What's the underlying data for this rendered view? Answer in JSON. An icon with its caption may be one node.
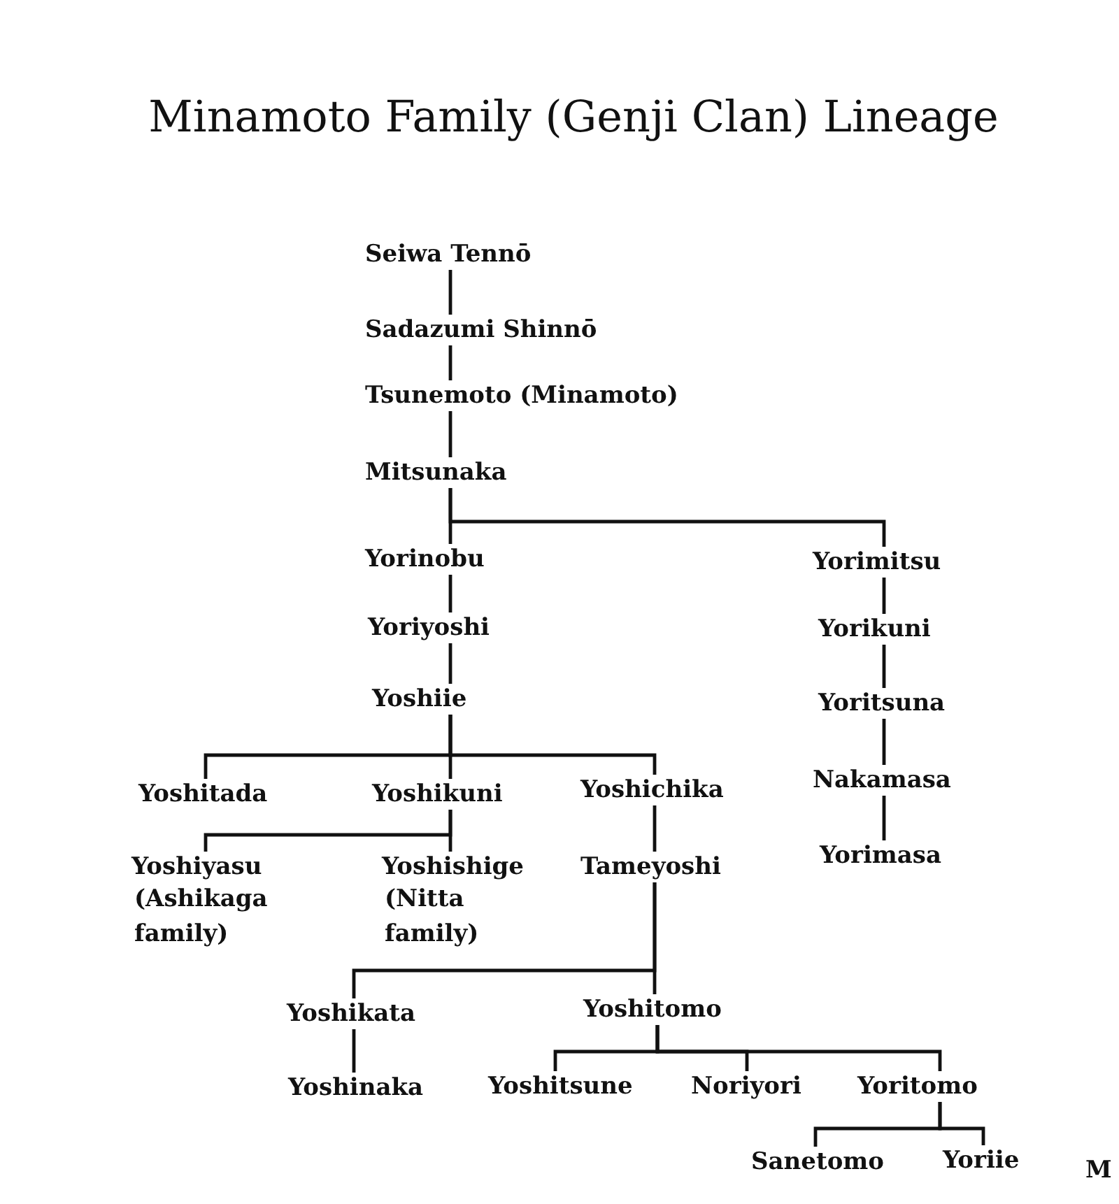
{
  "diagram": {
    "title": "Minamoto Family (Genji Clan) Lineage",
    "nodes": [
      {
        "text": [
          "Seiwa Tennō"
        ]
      },
      {
        "text": [
          "Sadazumi Shinnō"
        ]
      },
      {
        "text": [
          "Tsunemoto (Minamoto)"
        ]
      },
      {
        "text": [
          "Mitsunaka"
        ]
      },
      {
        "text": [
          "Yorinobu"
        ]
      },
      {
        "text": [
          "Yorimitsu"
        ]
      },
      {
        "text": [
          "Yoriyoshi"
        ]
      },
      {
        "text": [
          "Yorikuni"
        ]
      },
      {
        "text": [
          "Yoshiie"
        ]
      },
      {
        "text": [
          "Yoritsuna"
        ]
      },
      {
        "text": [
          "Yoshitada"
        ]
      },
      {
        "text": [
          "Yoshikuni"
        ]
      },
      {
        "text": [
          "Yoshichika"
        ]
      },
      {
        "text": [
          "Nakamasa"
        ]
      },
      {
        "text": [
          "Yoshiyasu",
          "(Ashikaga family)"
        ]
      },
      {
        "text": [
          "Yoshishige",
          "(Nitta family)"
        ]
      },
      {
        "text": [
          "Tameyoshi"
        ]
      },
      {
        "text": [
          "Yorimasa"
        ]
      },
      {
        "text": [
          "Yoshikata"
        ]
      },
      {
        "text": [
          "Yoshitomo"
        ]
      },
      {
        "text": [
          "Yoshinaka"
        ]
      },
      {
        "text": [
          "Yoshitsune"
        ]
      },
      {
        "text": [
          "Noriyori"
        ]
      },
      {
        "text": [
          "Yoritomo"
        ]
      },
      {
        "text": [
          "Sanetomo"
        ]
      },
      {
        "text": [
          "Yoriie"
        ]
      }
    ],
    "edges": [
      {
        "from": 0,
        "to": 1,
        "arrow": "none"
      },
      {
        "from": 1,
        "to": 2,
        "arrow": "none"
      },
      {
        "from": 2,
        "to": 3,
        "arrow": "none"
      },
      {
        "from": 3,
        "to": 4,
        "arrow": "none"
      },
      {
        "from": 3,
        "to": 5,
        "arrow": "none"
      },
      {
        "from": 4,
        "to": 6,
        "arrow": "none"
      },
      {
        "from": 5,
        "to": 7,
        "arrow": "none"
      },
      {
        "from": 6,
        "to": 8,
        "arrow": "none"
      },
      {
        "from": 7,
        "to": 9,
        "arrow": "none"
      },
      {
        "from": 8,
        "to": 10,
        "arrow": "none"
      },
      {
        "from": 8,
        "to": 11,
        "arrow": "none"
      },
      {
        "from": 8,
        "to": 12,
        "arrow": "none"
      },
      {
        "from": 9,
        "to": 13,
        "arrow": "none"
      },
      {
        "from": 11,
        "to": 14,
        "arrow": "none"
      },
      {
        "from": 11,
        "to": 15,
        "arrow": "none"
      },
      {
        "from": 12,
        "to": 16,
        "arrow": "none"
      },
      {
        "from": 13,
        "to": 17,
        "arrow": "none"
      },
      {
        "from": 16,
        "to": 18,
        "arrow": "none"
      },
      {
        "from": 16,
        "to": 19,
        "arrow": "none"
      },
      {
        "from": 18,
        "to": 20,
        "arrow": "none"
      },
      {
        "from": 19,
        "to": 21,
        "arrow": "none"
      },
      {
        "from": 19,
        "to": 22,
        "arrow": "none"
      },
      {
        "from": 19,
        "to": 23,
        "arrow": "none"
      },
      {
        "from": 23,
        "to": 24,
        "arrow": "none"
      },
      {
        "from": 23,
        "to": 25,
        "arrow": "none"
      }
    ],
    "labels": [
      "M"
    ]
  }
}
